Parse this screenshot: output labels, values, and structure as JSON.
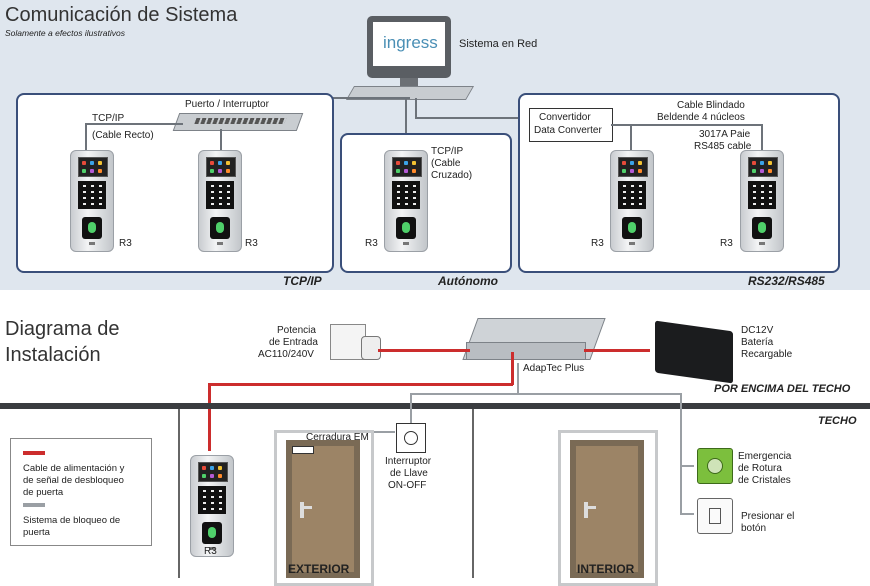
{
  "header": {
    "title": "Comunicación de Sistema",
    "subtitle": "Solamente a efectos ilustrativos"
  },
  "computer": {
    "screen_label": "ingress",
    "label": "Sistema en Red"
  },
  "switch": {
    "label": "Puerto / Interruptor"
  },
  "groups": {
    "tcpip": {
      "caption": "TCP/IP",
      "cable_line1": "TCP/IP",
      "cable_line2": "(Cable Recto)",
      "readers": [
        "R3",
        "R3"
      ]
    },
    "standalone": {
      "caption": "Autónomo",
      "cable_lines": [
        "TCP/IP",
        "(Cable",
        "Cruzado)"
      ],
      "reader": "R3"
    },
    "rs": {
      "caption": "RS232/RS485",
      "converter_line1": "Convertidor",
      "converter_line2": "Data Converter",
      "cable_line1": "Cable Blindado",
      "cable_line2": "Beldende 4 núcleos",
      "paie_line1": "3017A Paie",
      "paie_line2": "RS485 cable",
      "readers": [
        "R3",
        "R3"
      ]
    }
  },
  "install": {
    "title_line1": "Diagrama de",
    "title_line2": "Instalación",
    "power_input": [
      "Potencia",
      "de Entrada",
      "AC110/240V"
    ],
    "psu_label": "AdapTec Plus",
    "battery": [
      "DC12V",
      "Batería",
      "Recargable"
    ],
    "above_ceiling": "POR ENCIMA DEL TECHO",
    "ceiling": "TECHO",
    "em_lock": "Cerradura EM",
    "key_switch": [
      "Interruptor",
      "de Llave",
      "ON-OFF"
    ],
    "reader": "R3",
    "exterior": "EXTERIOR",
    "interior": "INTERIOR",
    "glass_break": [
      "Emergencia",
      "de Rotura",
      "de Cristales"
    ],
    "push_button": [
      "Presionar el",
      "botón"
    ]
  },
  "legend": {
    "items": [
      {
        "color": "#cc2d2d",
        "text": [
          "Cable de alimentación y",
          "de señal de desbloqueo",
          "de puerta"
        ]
      },
      {
        "color": "#9a9fa4",
        "text": [
          "Sistema de bloqueo de",
          "puerta"
        ]
      }
    ]
  },
  "colors": {
    "band": "#dfe6ee",
    "box_border": "#3a4f7a",
    "power_line": "#cc2d2d",
    "lock_line": "#9a9fa4"
  }
}
